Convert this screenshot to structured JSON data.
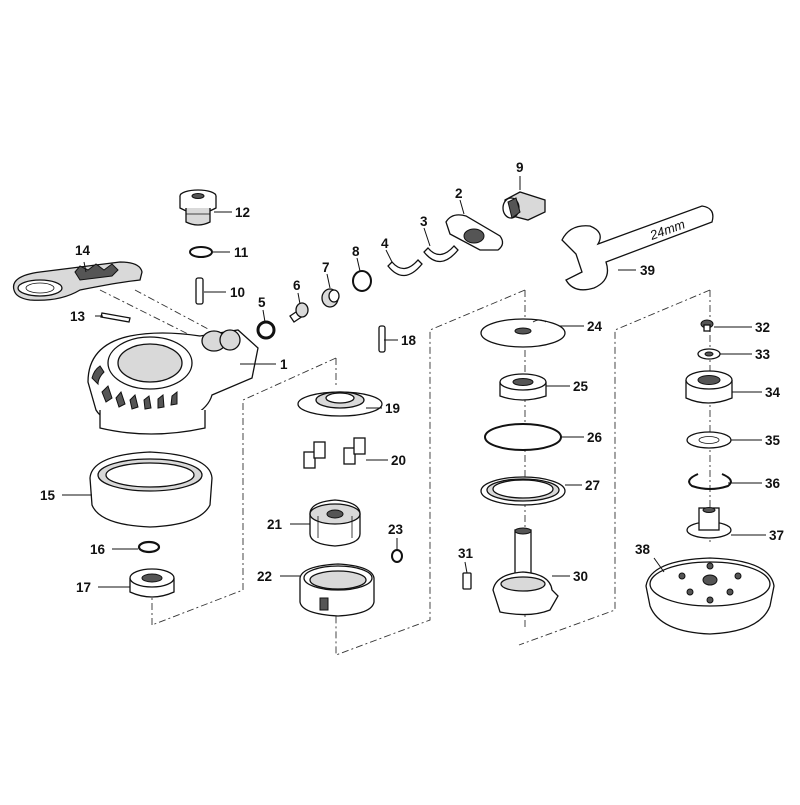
{
  "diagram": {
    "parts": [
      {
        "id": "1",
        "label": "1"
      },
      {
        "id": "2",
        "label": "2"
      },
      {
        "id": "3",
        "label": "3"
      },
      {
        "id": "4",
        "label": "4"
      },
      {
        "id": "5",
        "label": "5"
      },
      {
        "id": "6",
        "label": "6"
      },
      {
        "id": "7",
        "label": "7"
      },
      {
        "id": "8",
        "label": "8"
      },
      {
        "id": "9",
        "label": "9"
      },
      {
        "id": "10",
        "label": "10"
      },
      {
        "id": "11",
        "label": "11"
      },
      {
        "id": "12",
        "label": "12"
      },
      {
        "id": "13",
        "label": "13"
      },
      {
        "id": "14",
        "label": "14"
      },
      {
        "id": "15",
        "label": "15"
      },
      {
        "id": "16",
        "label": "16"
      },
      {
        "id": "17",
        "label": "17"
      },
      {
        "id": "18",
        "label": "18"
      },
      {
        "id": "19",
        "label": "19"
      },
      {
        "id": "20",
        "label": "20"
      },
      {
        "id": "21",
        "label": "21"
      },
      {
        "id": "22",
        "label": "22"
      },
      {
        "id": "23",
        "label": "23"
      },
      {
        "id": "24",
        "label": "24"
      },
      {
        "id": "25",
        "label": "25"
      },
      {
        "id": "26",
        "label": "26"
      },
      {
        "id": "27",
        "label": "27"
      },
      {
        "id": "30",
        "label": "30"
      },
      {
        "id": "31",
        "label": "31"
      },
      {
        "id": "32",
        "label": "32"
      },
      {
        "id": "33",
        "label": "33"
      },
      {
        "id": "34",
        "label": "34"
      },
      {
        "id": "35",
        "label": "35"
      },
      {
        "id": "36",
        "label": "36"
      },
      {
        "id": "37",
        "label": "37"
      },
      {
        "id": "38",
        "label": "38"
      },
      {
        "id": "39",
        "label": "39"
      }
    ],
    "wrench_marking": "24mm"
  }
}
